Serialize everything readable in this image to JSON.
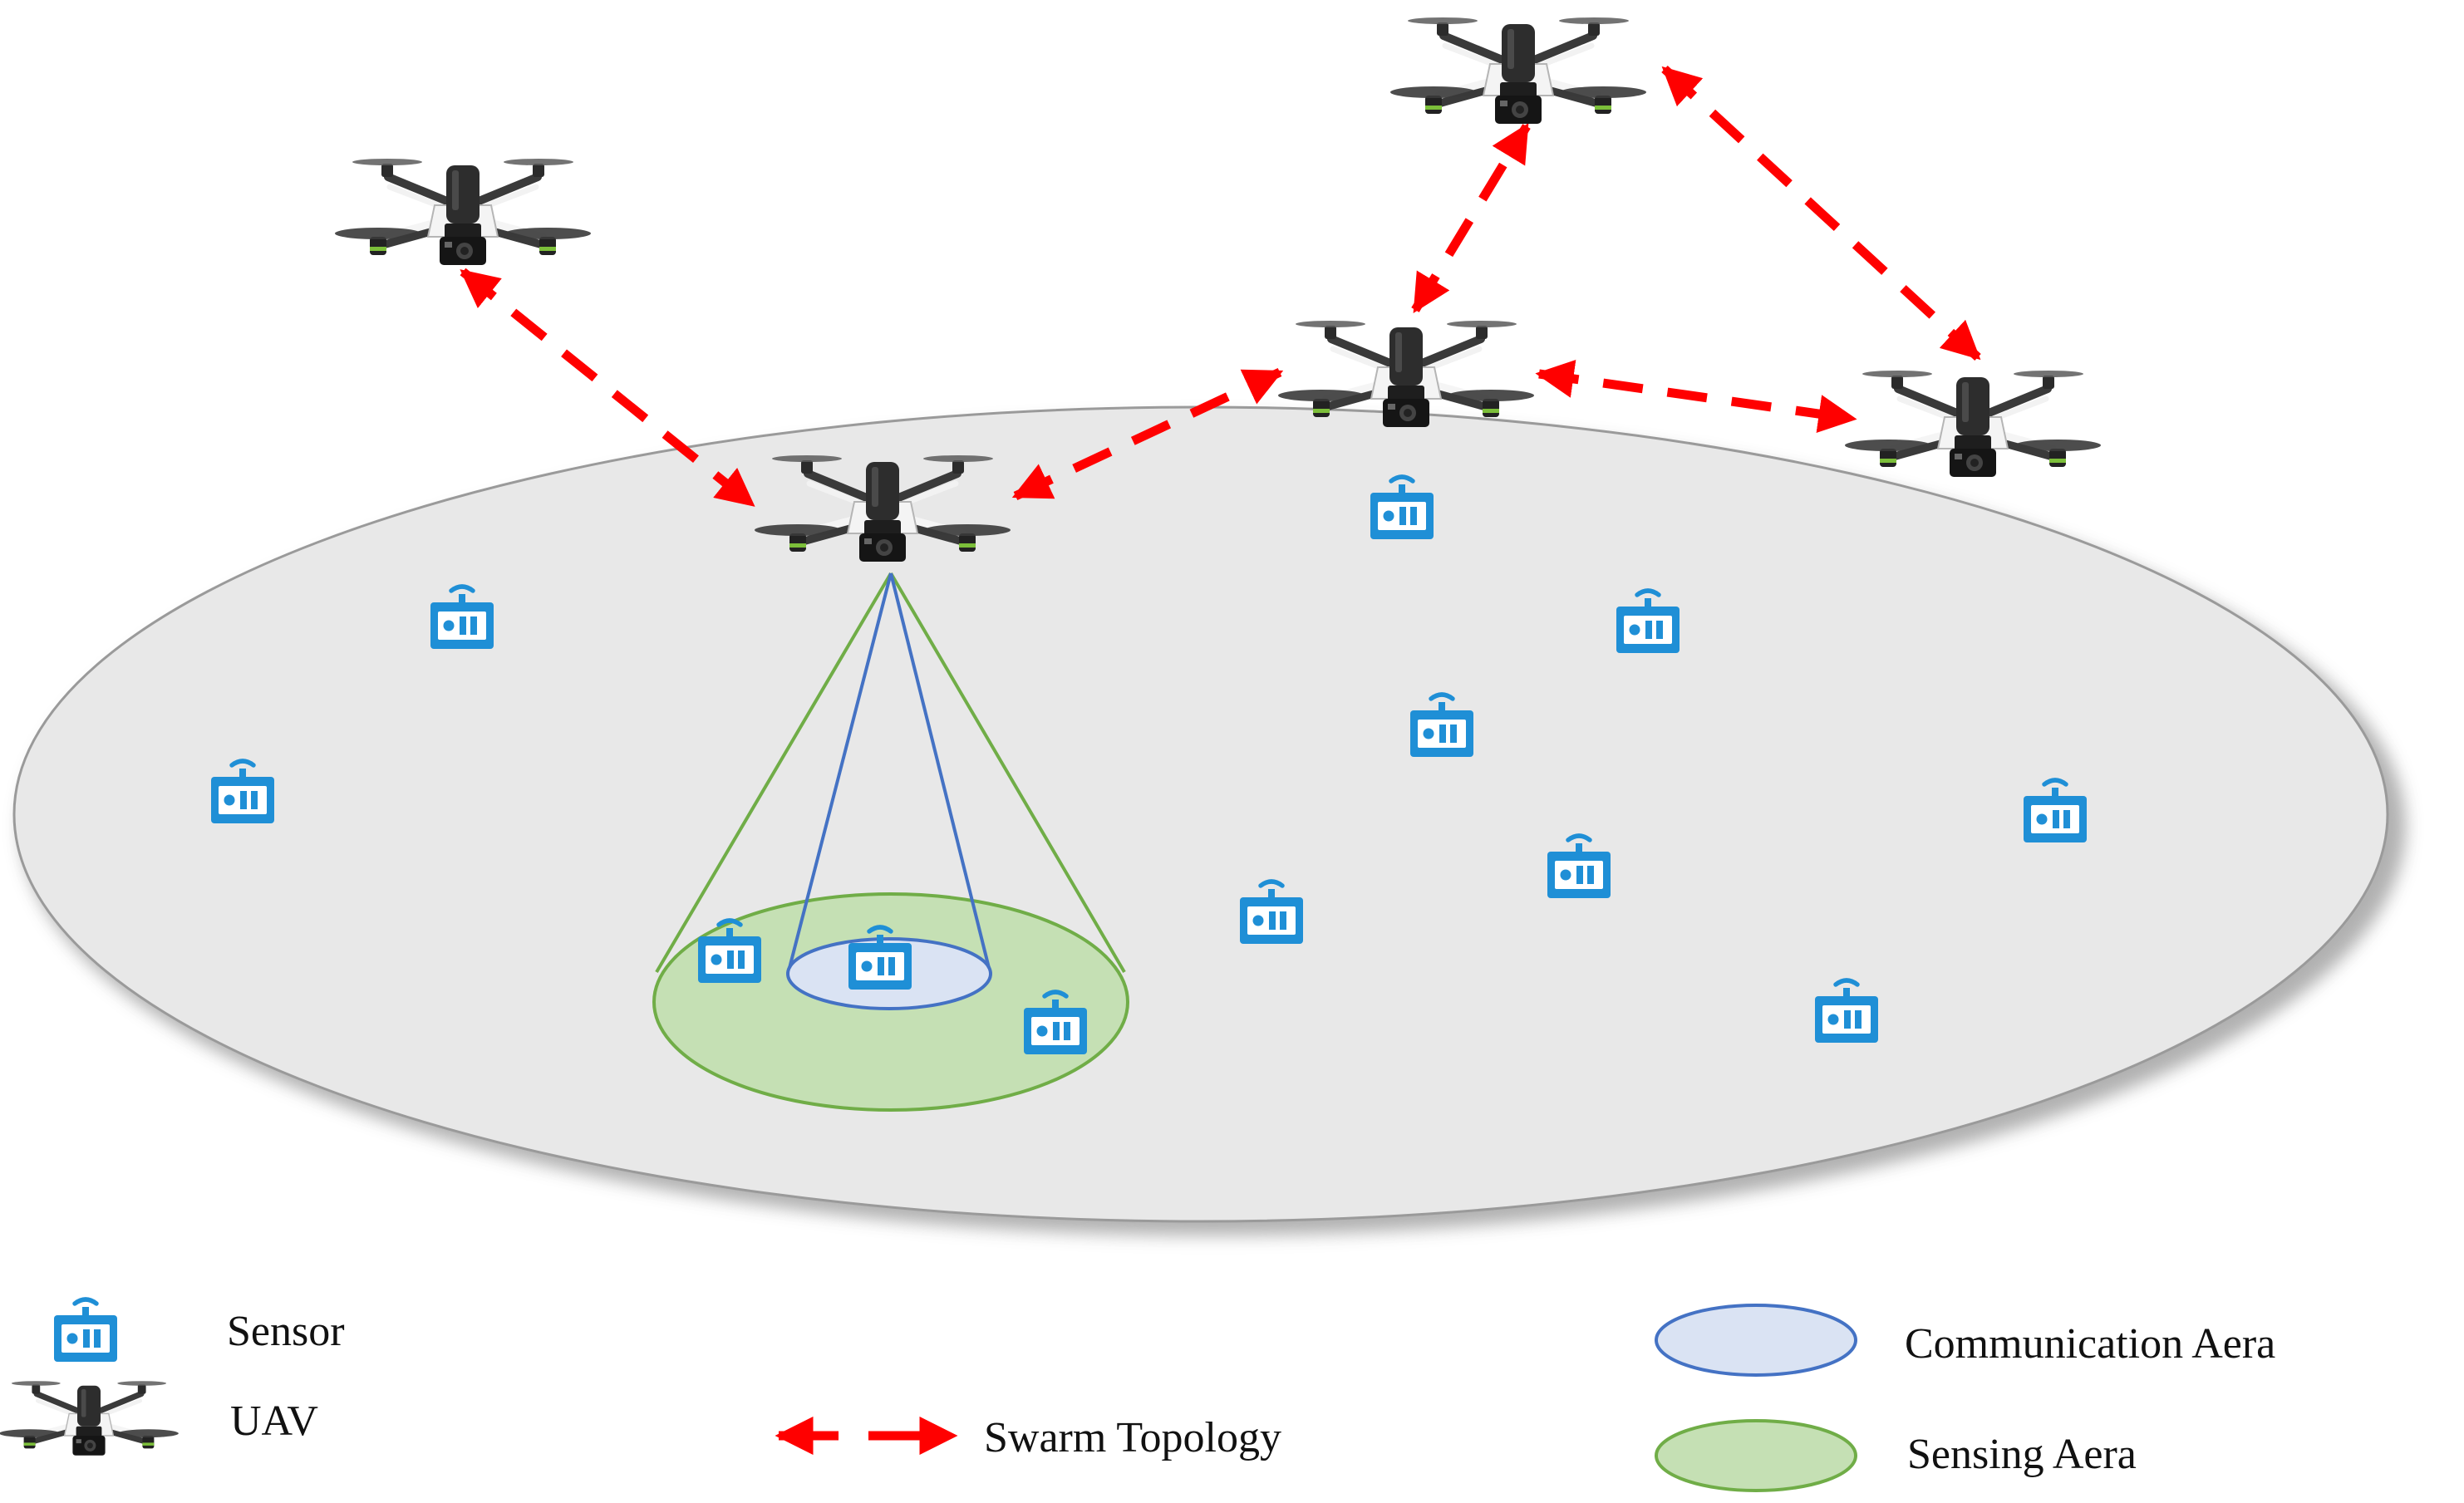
{
  "colors": {
    "ground_fill": "#e8e8e8",
    "ground_stroke": "#9a9a9a",
    "ground_shadow": "#a9a9a9",
    "sensing_fill": "#c5e0b4",
    "sensing_stroke": "#70ad47",
    "comm_fill": "#dae3f3",
    "comm_stroke": "#4472c4",
    "sensor_blue": "#1f8fd6",
    "topology_red": "#ff0000",
    "uav_body": "#2d2d2d"
  },
  "icons": {
    "sensor": "sensor-icon",
    "uav": "uav-drone-icon",
    "link": "swarm-link-arrow"
  },
  "legend": {
    "sensor_label": "Sensor",
    "uav_label": "UAV",
    "swarm_label": "Swarm Topology",
    "comm_label": "Communication Aera",
    "sensing_label": "Sensing Aera"
  }
}
